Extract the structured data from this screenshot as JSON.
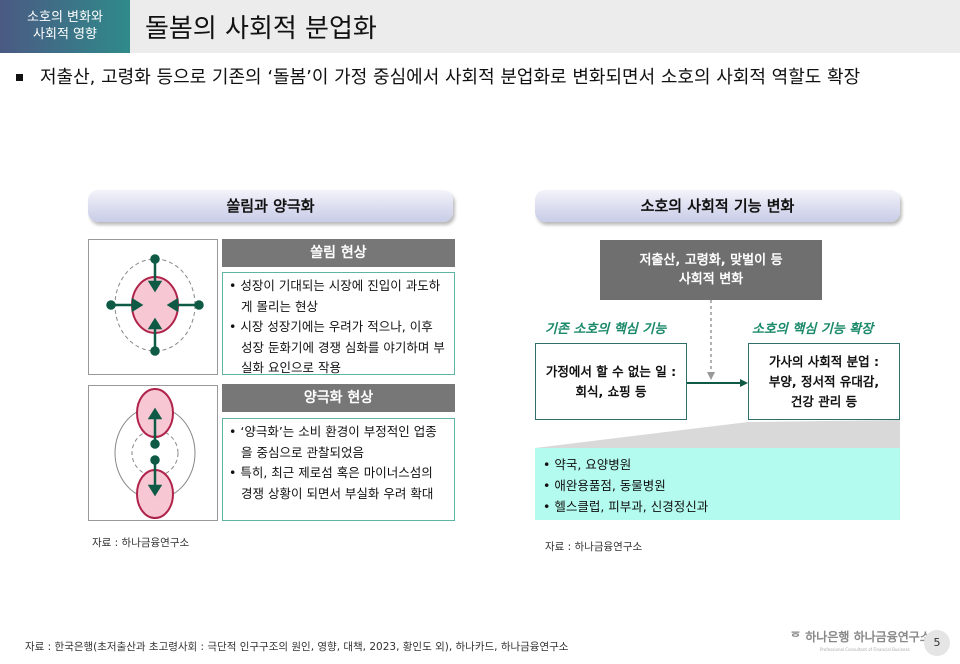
{
  "header": {
    "section_tag": [
      "소호의 변화와",
      "사회적 영향"
    ],
    "title": "돌봄의 사회적 분업화"
  },
  "lead": "저출산, 고령화 등으로 기존의 ‘돌봄’이 가정 중심에서 사회적 분업화로 변화되면서 소호의 사회적 역할도 확장",
  "left": {
    "heading": "쏠림과 양극화",
    "sections": [
      {
        "title": "쏠림 현상",
        "bullets": [
          "성장이 기대되는 시장에 진입이 과도하게 몰리는 현상",
          "시장 성장기에는 우려가 적으나, 이후 성장 둔화기에 경쟁 심화를 야기하며 부실화 요인으로 작용"
        ]
      },
      {
        "title": "양극화 현상",
        "bullets": [
          "‘양극화’는 소비 환경이 부정적인 업종을 중심으로 관찰되었음",
          "특히, 최근 제로섬 혹은 마이너스섬의 경쟁 상황이 되면서 부실화 우려 확대"
        ]
      }
    ],
    "source": "자료 : 하나금융연구소"
  },
  "right": {
    "heading": "소호의 사회적 기능 변화",
    "top_box": [
      "저출산, 고령화, 맞벌이 등",
      "사회적 변화"
    ],
    "label_left": "기존 소호의 핵심 기능",
    "label_right": "소호의 핵심 기능 확장",
    "box_left": [
      "가정에서 할 수 없는 일 :",
      "회식, 쇼핑 등"
    ],
    "box_right": [
      "가사의 사회적 분업 :",
      "부양, 정서적 유대감,",
      "건강 관리 등"
    ],
    "examples": [
      "약국, 요양병원",
      "애완용품점, 동물병원",
      "헬스클럽, 피부과, 신경정신과"
    ],
    "source": "자료 : 하나금융연구소"
  },
  "footer": {
    "source": "자료 : 한국은행(초저출산과 초고령사회 : 극단적 인구구조의 원인, 영향, 대책, 2023, 황인도 외), 하나카드, 하나금융연구소",
    "logo_text": "하나은행 하나금융연구소",
    "logo_sub": "Professional Consultant of Financial Business",
    "page": "5"
  },
  "colors": {
    "accent_green": "#1b8a6a",
    "teal_border": "#5fb5a5",
    "cyan_fill": "#b3fbee",
    "pink": "#f7c8d4",
    "crimson": "#b0234a"
  }
}
